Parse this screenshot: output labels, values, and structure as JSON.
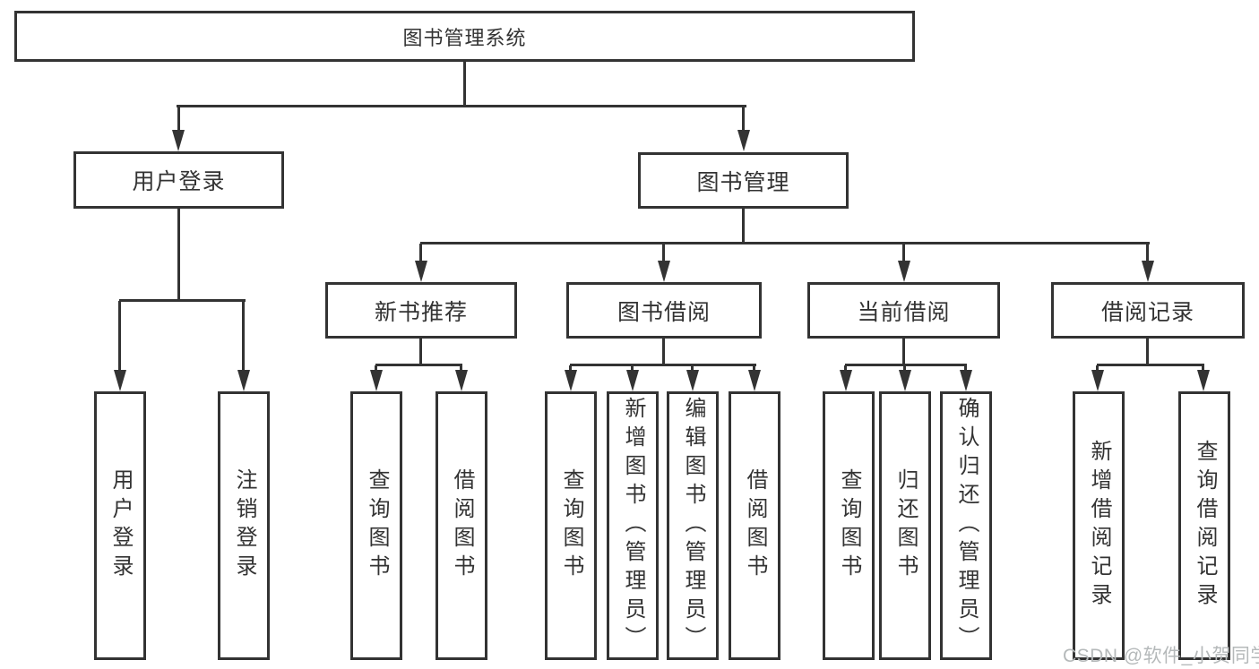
{
  "diagram": {
    "root": {
      "label": "图书管理系统"
    },
    "branches": [
      {
        "label": "用户登录",
        "children": [
          {
            "label": "用户登录"
          },
          {
            "label": "注销登录"
          }
        ]
      },
      {
        "label": "图书管理",
        "children": [
          {
            "label": "新书推荐",
            "children": [
              {
                "label": "查询图书"
              },
              {
                "label": "借阅图书"
              }
            ]
          },
          {
            "label": "图书借阅",
            "children": [
              {
                "label": "查询图书"
              },
              {
                "label": "新增图书（管理员）"
              },
              {
                "label": "编辑图书（管理员）"
              },
              {
                "label": "借阅图书"
              }
            ]
          },
          {
            "label": "当前借阅",
            "children": [
              {
                "label": "查询图书"
              },
              {
                "label": "归还图书"
              },
              {
                "label": "确认归还（管理员）"
              }
            ]
          },
          {
            "label": "借阅记录",
            "children": [
              {
                "label": "新增借阅记录"
              },
              {
                "label": "查询借阅记录"
              }
            ]
          }
        ]
      }
    ]
  },
  "watermark": {
    "text": "CSDN @软件_小贺同学"
  },
  "colors": {
    "line": "#333333",
    "node_background": "#ffffff",
    "text": "#333333",
    "watermark": "#b5b9ba"
  }
}
